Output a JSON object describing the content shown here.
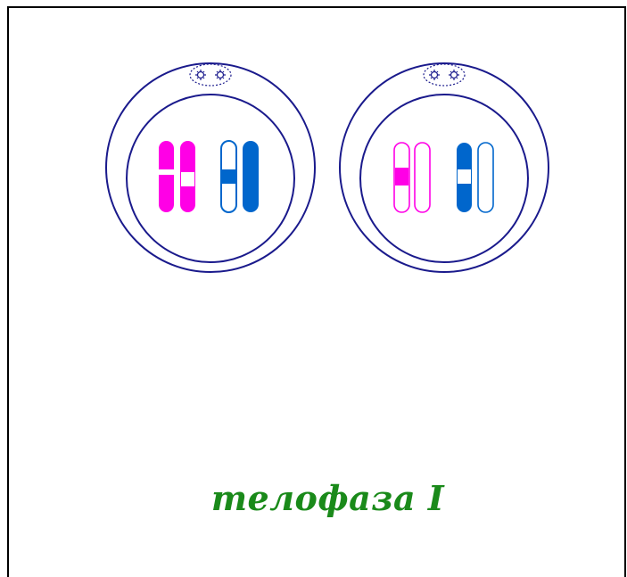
{
  "caption": "телофаза I",
  "colors": {
    "membrane": "#1a1a8c",
    "magenta": "#ff00e6",
    "blue": "#0066cc",
    "caption": "#1a8a1a",
    "frame": "#000000"
  },
  "cells": [
    {
      "name": "left",
      "chromosomes": [
        {
          "color": "magenta",
          "style": "solid",
          "band": "white-mid"
        },
        {
          "color": "magenta",
          "style": "solid",
          "band": "white-mid"
        },
        {
          "color": "blue",
          "style": "outline",
          "band": "blue-mid"
        },
        {
          "color": "blue",
          "style": "solid",
          "band": "none"
        }
      ]
    },
    {
      "name": "right",
      "chromosomes": [
        {
          "color": "magenta",
          "style": "outline",
          "band": "magenta-mid"
        },
        {
          "color": "magenta",
          "style": "outline",
          "band": "none"
        },
        {
          "color": "blue",
          "style": "solid",
          "band": "white-mid"
        },
        {
          "color": "blue",
          "style": "outline",
          "band": "none"
        }
      ]
    }
  ]
}
